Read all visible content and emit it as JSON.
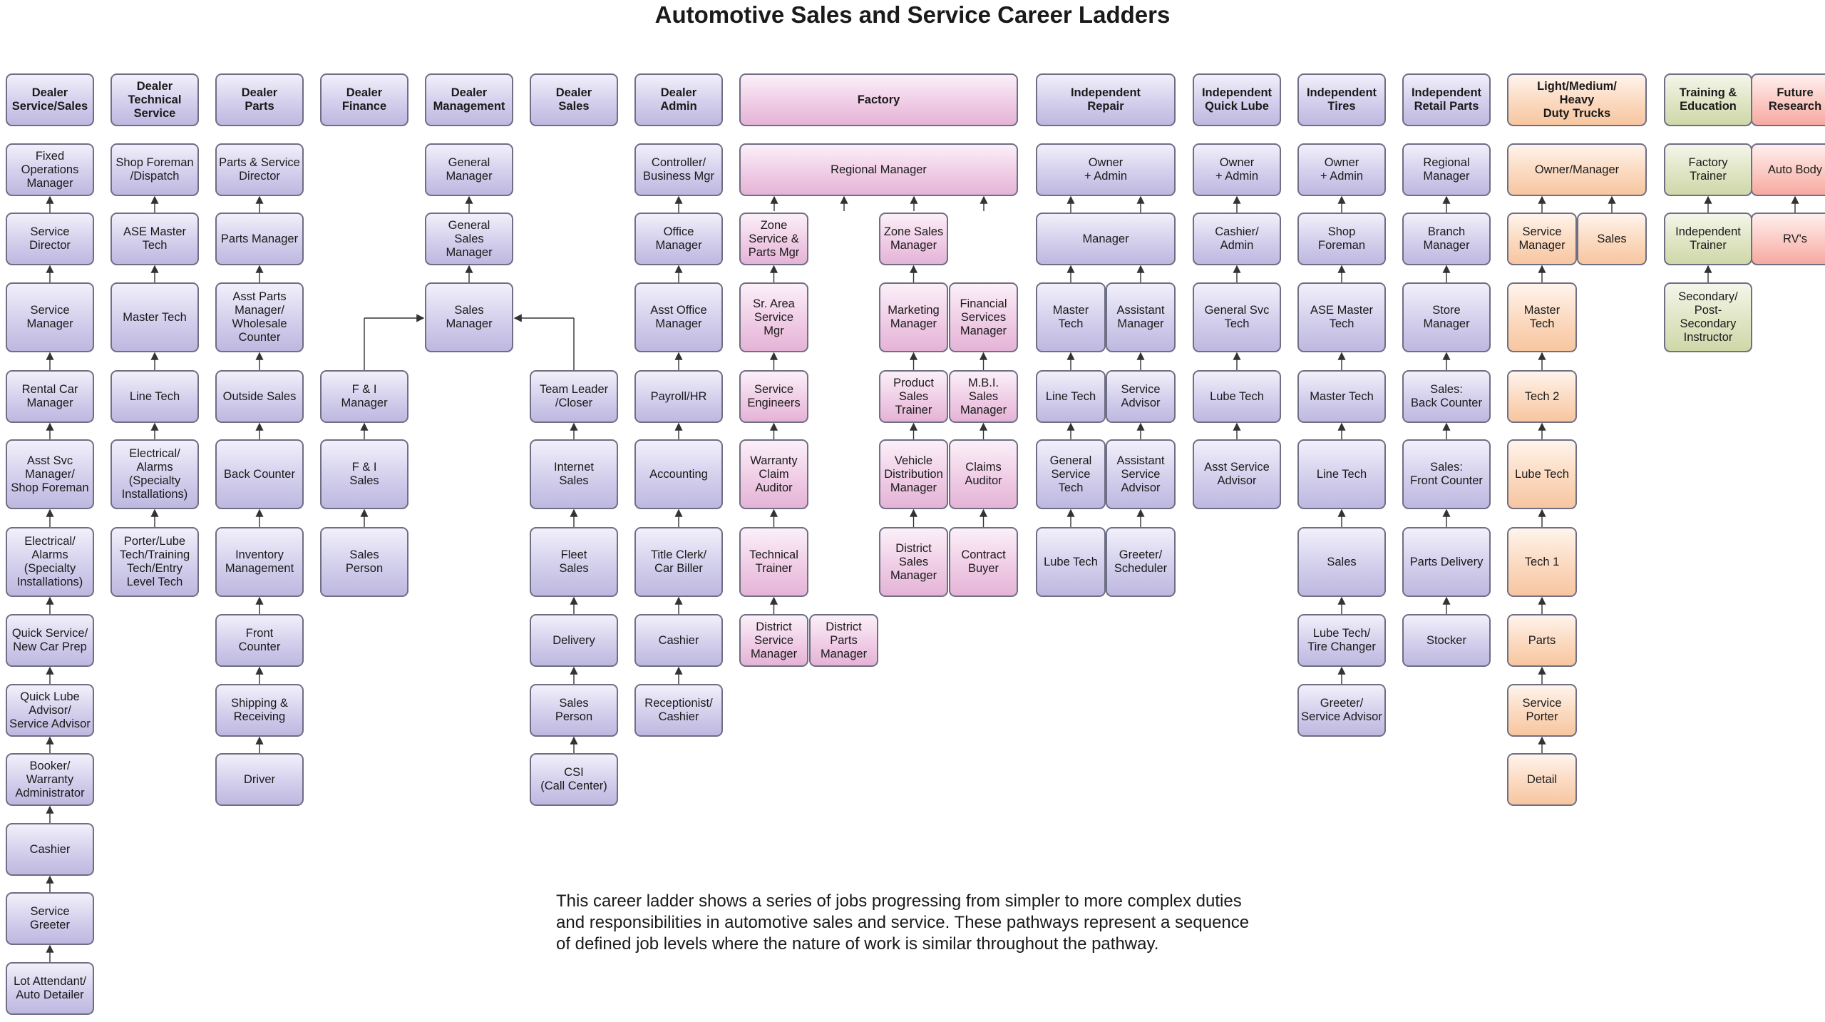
{
  "title": "Automotive Sales and Service Career Ladders",
  "note": "This career ladder shows a series of jobs progressing from simpler to more complex duties\nand responsibilities in automotive sales and service. These pathways represent a sequence\nof defined job levels where the nature of work is similar throughout the pathway.",
  "colors": {
    "purple": "#cdc8ea",
    "pink": "#efc6e3",
    "peach": "#fbd2b3",
    "olive": "#dbe1bd",
    "red": "#f9bbb4",
    "border": "#6e6e84"
  },
  "columns": [
    {
      "id": "c1",
      "header": "Dealer\nService/Sales",
      "color": "purple",
      "items": [
        "Fixed\nOperations\nManager",
        "Service\nDirector",
        "Service\nManager",
        "Rental Car\nManager",
        "Asst Svc\nManager/\nShop Foreman",
        "Electrical/\nAlarms\n(Specialty\nInstallations)",
        "Quick Service/\nNew Car Prep",
        "Quick Lube\nAdvisor/\nService Advisor",
        "Booker/\nWarranty\nAdministrator",
        "Cashier",
        "Service\nGreeter",
        "Lot Attendant/\nAuto Detailer"
      ]
    },
    {
      "id": "c2",
      "header": "Dealer\nTechnical\nService",
      "color": "purple",
      "items": [
        "Shop Foreman\n/Dispatch",
        "ASE Master\nTech",
        "Master Tech",
        "Line Tech",
        "Electrical/\nAlarms\n(Specialty\nInstallations)",
        "Porter/Lube\nTech/Training\nTech/Entry\nLevel Tech"
      ]
    },
    {
      "id": "c3",
      "header": "Dealer\nParts",
      "color": "purple",
      "items": [
        "Parts & Service\nDirector",
        "Parts Manager",
        "Asst Parts\nManager/\nWholesale\nCounter",
        "Outside Sales",
        "Back Counter",
        "Inventory\nManagement",
        "Front\nCounter",
        "Shipping &\nReceiving",
        "Driver"
      ]
    },
    {
      "id": "c4",
      "header": "Dealer\nFinance",
      "color": "purple",
      "items": [
        "F & I\nManager",
        "F & I\nSales",
        "Sales\nPerson"
      ]
    },
    {
      "id": "c5",
      "header": "Dealer\nManagement",
      "color": "purple",
      "items": [
        "General\nManager",
        "General\nSales\nManager",
        "Sales\nManager"
      ]
    },
    {
      "id": "c6",
      "header": "Dealer\nSales",
      "color": "purple",
      "items": [
        "Team Leader\n/Closer",
        "Internet\nSales",
        "Fleet\nSales",
        "Delivery",
        "Sales\nPerson",
        "CSI\n(Call Center)"
      ]
    },
    {
      "id": "c7",
      "header": "Dealer\nAdmin",
      "color": "purple",
      "items": [
        "Controller/\nBusiness Mgr",
        "Office\nManager",
        "Asst Office\nManager",
        "Payroll/HR",
        "Accounting",
        "Title Clerk/\nCar Biller",
        "Cashier",
        "Receptionist/\nCashier"
      ]
    },
    {
      "id": "c8",
      "header": "Factory",
      "color": "pink",
      "top": "Regional Manager",
      "left": [
        "Zone\nService &\nParts Mgr",
        "Sr. Area\nService Mgr",
        "Service\nEngineers",
        "Warranty\nClaim\nAuditor",
        "Technical\nTrainer",
        "District\nService\nManager"
      ],
      "left_side": "District\nParts\nManager",
      "mid": [
        "Zone Sales\nManager",
        "Marketing\nManager",
        "Product\nSales\nTrainer",
        "Vehicle\nDistribution\nManager",
        "District\nSales\nManager"
      ],
      "right": [
        "Financial\nServices\nManager",
        "M.B.I.\nSales\nManager",
        "Claims\nAuditor",
        "Contract\nBuyer"
      ]
    },
    {
      "id": "c9",
      "header": "Independent\nRepair",
      "color": "purple",
      "top": "Owner\n+ Admin",
      "second": "Manager",
      "left": [
        "Master\nTech",
        "Line Tech",
        "General\nService\nTech",
        "Lube Tech"
      ],
      "right": [
        "Assistant\nManager",
        "Service\nAdvisor",
        "Assistant\nService\nAdvisor",
        "Greeter/\nScheduler"
      ]
    },
    {
      "id": "c10",
      "header": "Independent\nQuick Lube",
      "color": "purple",
      "items": [
        "Owner\n+ Admin",
        "Cashier/\nAdmin",
        "General Svc\nTech",
        "Lube Tech",
        "Asst Service\nAdvisor"
      ]
    },
    {
      "id": "c11",
      "header": "Independent\nTires",
      "color": "purple",
      "items": [
        "Owner\n+ Admin",
        "Shop\nForeman",
        "ASE Master\nTech",
        "Master Tech",
        "Line Tech",
        "Sales",
        "Lube Tech/\nTire Changer",
        "Greeter/\nService Advisor"
      ]
    },
    {
      "id": "c12",
      "header": "Independent\nRetail Parts",
      "color": "purple",
      "items": [
        "Regional\nManager",
        "Branch\nManager",
        "Store\nManager",
        "Sales:\nBack Counter",
        "Sales:\nFront Counter",
        "Parts Delivery",
        "Stocker"
      ]
    },
    {
      "id": "c13",
      "header": "Light/Medium/\nHeavy\nDuty Trucks",
      "color": "peach",
      "top": "Owner/Manager",
      "side": "Sales",
      "items": [
        "Service\nManager",
        "Master Tech",
        "Tech 2",
        "Lube Tech",
        "Tech 1",
        "Parts",
        "Service\nPorter",
        "Detail"
      ]
    },
    {
      "id": "c14",
      "header": "Training &\nEducation",
      "color": "olive",
      "items": [
        "Factory\nTrainer",
        "Independent\nTrainer",
        "Secondary/\nPost-\nSecondary\nInstructor"
      ]
    },
    {
      "id": "c15",
      "header": "Future\nResearch",
      "color": "red",
      "items": [
        "Auto Body",
        "RV's"
      ]
    }
  ]
}
